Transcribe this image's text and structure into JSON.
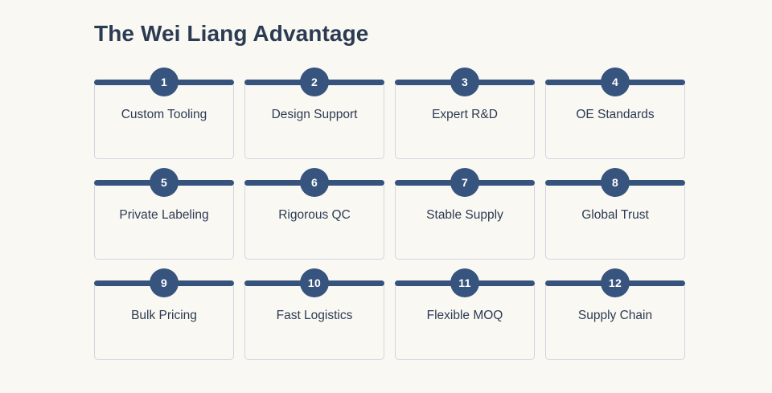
{
  "header": {
    "title": "The Wei Liang Advantage"
  },
  "colors": {
    "background": "#faf8f3",
    "accent_navy": "#36537d",
    "badge_navy": "#37547e",
    "text_navy": "#2b3b52",
    "card_border": "#cfd6e2",
    "badge_text": "#ffffff"
  },
  "grid": {
    "columns": 4,
    "rows": 3,
    "cards": [
      {
        "number": "1",
        "label": "Custom Tooling"
      },
      {
        "number": "2",
        "label": "Design Support"
      },
      {
        "number": "3",
        "label": "Expert R&D"
      },
      {
        "number": "4",
        "label": "OE Standards"
      },
      {
        "number": "5",
        "label": "Private Labeling"
      },
      {
        "number": "6",
        "label": "Rigorous QC"
      },
      {
        "number": "7",
        "label": "Stable Supply"
      },
      {
        "number": "8",
        "label": "Global Trust"
      },
      {
        "number": "9",
        "label": "Bulk Pricing"
      },
      {
        "number": "10",
        "label": "Fast Logistics"
      },
      {
        "number": "11",
        "label": "Flexible MOQ"
      },
      {
        "number": "12",
        "label": "Supply Chain"
      }
    ]
  }
}
